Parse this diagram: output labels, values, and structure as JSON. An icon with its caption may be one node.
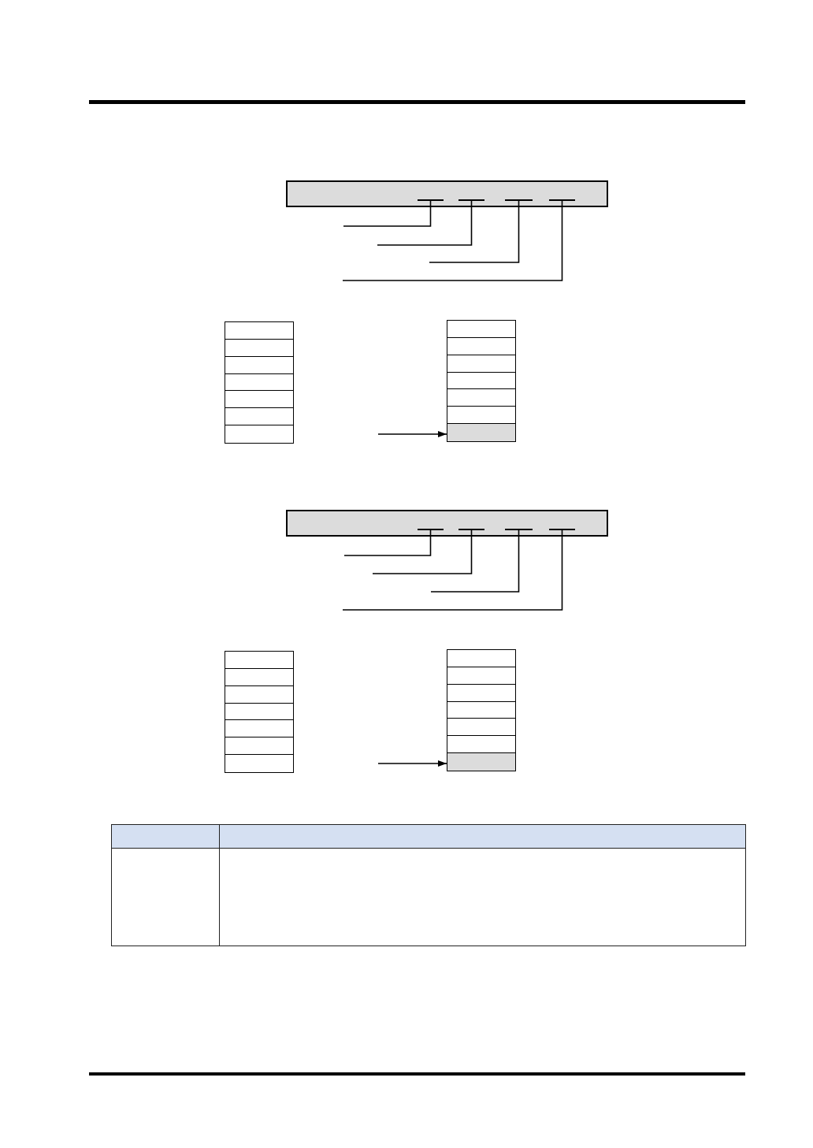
{
  "diagram": {
    "nodes": [
      {
        "text": [],
        "shape": "box"
      },
      {
        "text": [],
        "shape": "bar",
        "in": 0
      },
      {
        "text": [],
        "shape": "bar",
        "in": 0
      },
      {
        "text": [],
        "shape": "bar",
        "in": 0
      },
      {
        "text": [],
        "shape": "bar",
        "in": 0
      },
      {
        "text": [],
        "shape": "box"
      },
      {
        "text": [],
        "shape": "box"
      },
      {
        "text": [],
        "shape": "box"
      },
      {
        "text": [],
        "shape": "box"
      },
      {
        "text": [],
        "shape": "box"
      },
      {
        "text": [],
        "shape": "box"
      },
      {
        "text": [],
        "shape": "box"
      },
      {
        "text": [],
        "shape": "box"
      },
      {
        "text": [],
        "shape": "box"
      },
      {
        "text": [],
        "shape": "box"
      },
      {
        "text": [],
        "shape": "box"
      },
      {
        "text": [],
        "shape": "box"
      },
      {
        "text": [],
        "shape": "box"
      },
      {
        "text": [],
        "shape": "box"
      },
      {
        "text": [],
        "shape": "box"
      },
      {
        "text": [],
        "shape": "bar",
        "in": 19
      },
      {
        "text": [],
        "shape": "bar",
        "in": 19
      },
      {
        "text": [],
        "shape": "bar",
        "in": 19
      },
      {
        "text": [],
        "shape": "bar",
        "in": 19
      },
      {
        "text": [],
        "shape": "box"
      },
      {
        "text": [],
        "shape": "box"
      },
      {
        "text": [],
        "shape": "box"
      },
      {
        "text": [],
        "shape": "box"
      },
      {
        "text": [],
        "shape": "box"
      },
      {
        "text": [],
        "shape": "box"
      },
      {
        "text": [],
        "shape": "box"
      },
      {
        "text": [],
        "shape": "box"
      },
      {
        "text": [],
        "shape": "box"
      },
      {
        "text": [],
        "shape": "box"
      },
      {
        "text": [],
        "shape": "box"
      },
      {
        "text": [],
        "shape": "box"
      },
      {
        "text": [],
        "shape": "box"
      },
      {
        "text": [],
        "shape": "box"
      }
    ],
    "edges": [
      {
        "from": null,
        "to": 1,
        "arrow": "none"
      },
      {
        "from": null,
        "to": 2,
        "arrow": "none"
      },
      {
        "from": null,
        "to": 3,
        "arrow": "none"
      },
      {
        "from": null,
        "to": 4,
        "arrow": "none"
      },
      {
        "from": null,
        "to": 18,
        "arrow": "to"
      },
      {
        "from": null,
        "to": 20,
        "arrow": "none"
      },
      {
        "from": null,
        "to": 21,
        "arrow": "none"
      },
      {
        "from": null,
        "to": 22,
        "arrow": "none"
      },
      {
        "from": null,
        "to": 23,
        "arrow": "none"
      },
      {
        "from": null,
        "to": 37,
        "arrow": "to"
      }
    ]
  }
}
